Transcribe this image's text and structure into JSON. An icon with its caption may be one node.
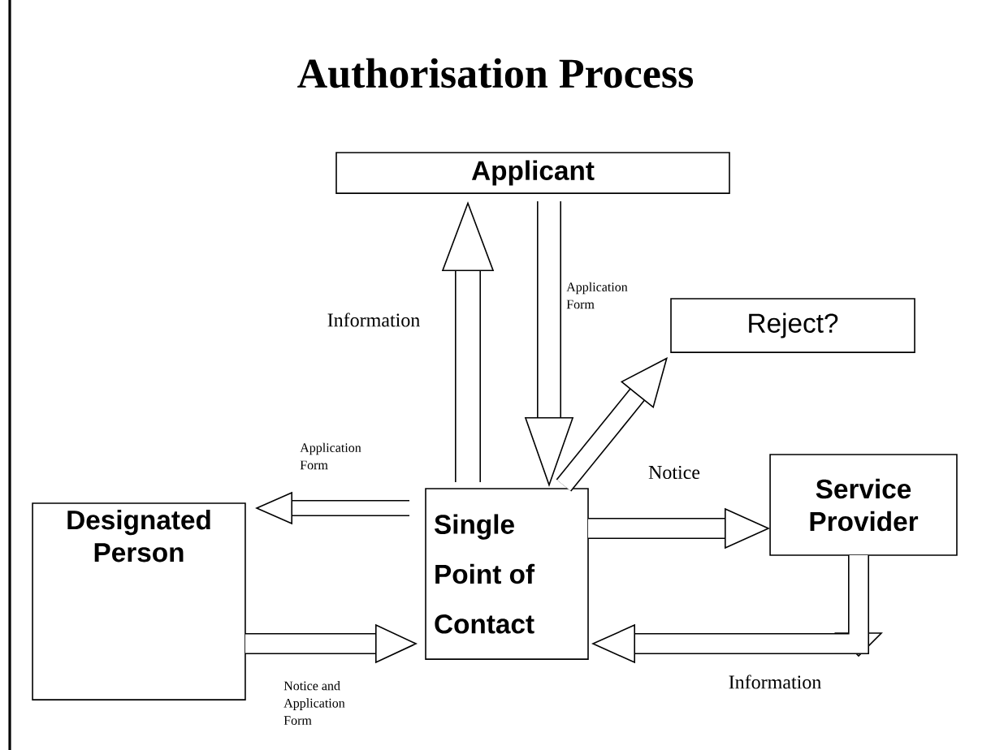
{
  "diagram": {
    "title": "Authorisation Process",
    "nodes": [
      {
        "text": [
          "Applicant"
        ]
      },
      {
        "text": [
          "Reject?"
        ]
      },
      {
        "text": [
          "Designated Person"
        ]
      },
      {
        "text": [
          "Single Point of Contact"
        ]
      },
      {
        "text": [
          "Service Provider"
        ]
      }
    ],
    "edges": [
      {
        "from": 3,
        "to": 0,
        "arrow": "to",
        "label": "Information"
      },
      {
        "from": 0,
        "to": 3,
        "arrow": "to",
        "label": "Application Form"
      },
      {
        "from": 3,
        "to": 1,
        "arrow": "to"
      },
      {
        "from": 3,
        "to": 2,
        "arrow": "to",
        "label": "Application Form"
      },
      {
        "from": 3,
        "to": 4,
        "arrow": "to",
        "label": "Notice"
      },
      {
        "from": 2,
        "to": 3,
        "arrow": "to",
        "label": "Notice and Application Form"
      },
      {
        "from": 4,
        "to": 3,
        "arrow": "to",
        "label": "Information"
      }
    ]
  }
}
